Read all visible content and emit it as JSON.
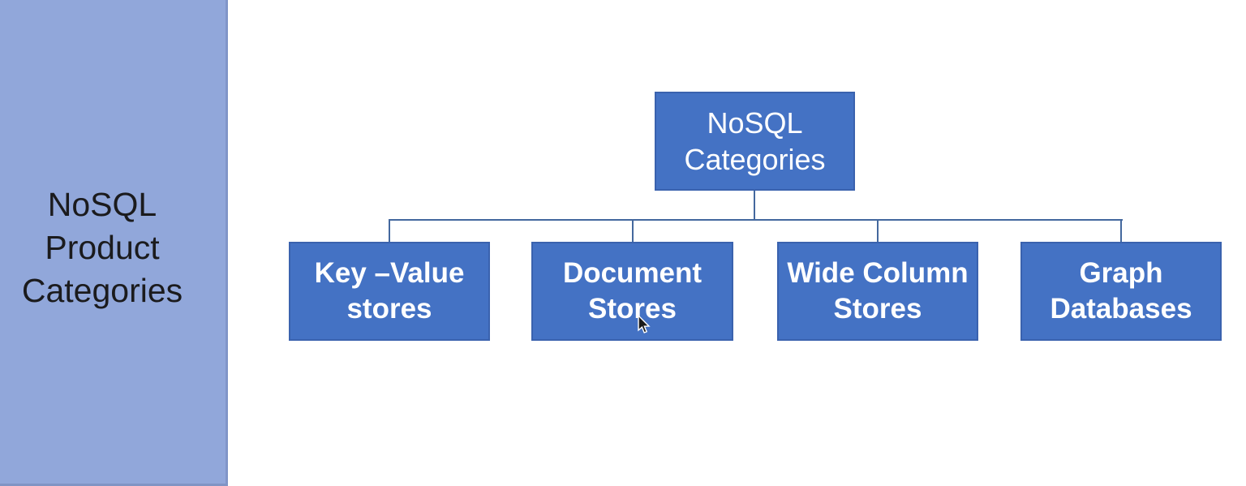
{
  "slide": {
    "sidebar": {
      "title": "NoSQL\nProduct\nCategories",
      "background_color": "#91a7da",
      "text_color": "#1b1b1d"
    },
    "diagram": {
      "type": "hierarchy",
      "root": {
        "label": "NoSQL\nCategories"
      },
      "children": [
        {
          "label": "Key –Value\nstores"
        },
        {
          "label": "Document\nStores"
        },
        {
          "label": "Wide Column\nStores"
        },
        {
          "label": "Graph\nDatabases"
        }
      ],
      "node_fill_color": "#4472c4",
      "node_border_color": "#3a62ae",
      "node_text_color": "#ffffff",
      "connector_color": "#44689e"
    },
    "icons": {
      "cursor": "arrow-cursor"
    }
  }
}
